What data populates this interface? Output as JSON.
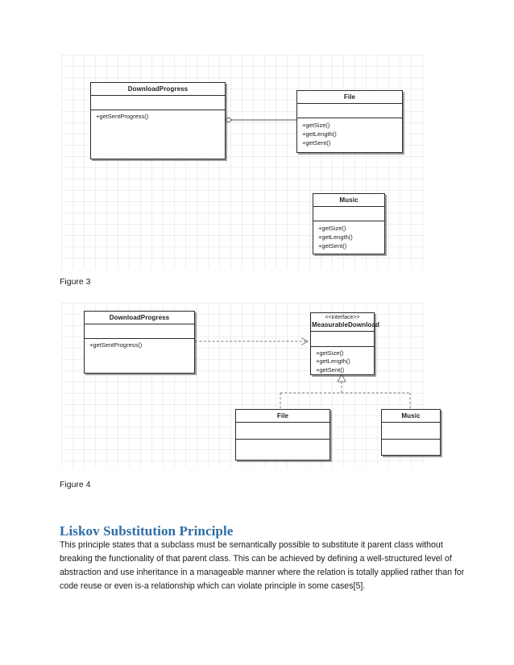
{
  "document": {
    "figures": [
      {
        "id": "figure-3",
        "caption": "Figure 3",
        "classes": [
          {
            "key": "download_progress",
            "name": "DownloadProgress",
            "stereotype": "",
            "attributes": [],
            "operations": [
              "+getSentProgress()"
            ]
          },
          {
            "key": "file",
            "name": "File",
            "stereotype": "",
            "attributes": [],
            "operations": [
              "+getSize()",
              "+getLength()",
              "+getSent()"
            ]
          },
          {
            "key": "music",
            "name": "Music",
            "stereotype": "",
            "attributes": [],
            "operations": [
              "+getSize()",
              "+getLength()",
              "+getSent()"
            ]
          }
        ],
        "relationships": [
          {
            "type": "aggregation",
            "from": "DownloadProgress",
            "to": "File",
            "line": "solid",
            "marker": "hollow-diamond"
          }
        ]
      },
      {
        "id": "figure-4",
        "caption": "Figure 4",
        "classes": [
          {
            "key": "download_progress",
            "name": "DownloadProgress",
            "stereotype": "",
            "attributes": [],
            "operations": [
              "+getSentProgress()"
            ]
          },
          {
            "key": "measurable_download",
            "name": "MeasurableDownload",
            "stereotype": "<<interface>>",
            "attributes": [],
            "operations": [
              "+getSize()",
              "+getLength()",
              "+getSent()"
            ]
          },
          {
            "key": "file",
            "name": "File",
            "stereotype": "",
            "attributes": [],
            "operations": []
          },
          {
            "key": "music",
            "name": "Music",
            "stereotype": "",
            "attributes": [],
            "operations": []
          }
        ],
        "relationships": [
          {
            "type": "dependency",
            "from": "DownloadProgress",
            "to": "MeasurableDownload",
            "line": "dashed",
            "marker": "open-arrow"
          },
          {
            "type": "realization",
            "from": "File",
            "to": "MeasurableDownload",
            "line": "dashed",
            "marker": "hollow-triangle"
          },
          {
            "type": "realization",
            "from": "Music",
            "to": "MeasurableDownload",
            "line": "dashed",
            "marker": "hollow-triangle"
          }
        ]
      }
    ],
    "section": {
      "heading": "Liskov Substitution Principle",
      "heading_color": "#2e6da4",
      "paragraph": "This principle states that a subclass must be semantically possible to substitute it parent class without breaking the functionality of that parent class. This can be achieved by defining a well-structured level of abstraction and use inheritance in a manageable manner where the relation is totally applied rather than for code reuse or even is-a relationship which can violate principle in some cases[5]."
    }
  }
}
